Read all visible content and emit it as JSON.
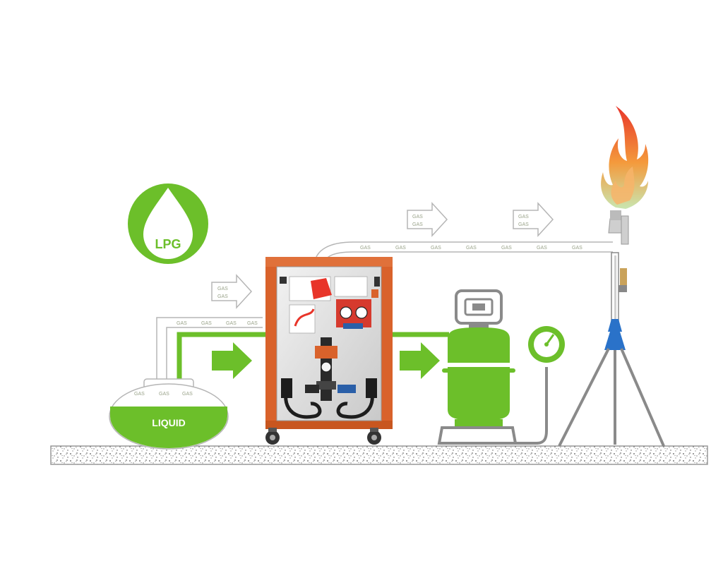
{
  "badge": {
    "text": "LPG",
    "icon": "lpg-drop-icon"
  },
  "tank": {
    "label": "LIQUID"
  },
  "gas_text": "GAS",
  "colors": {
    "green": "#6cbf2a",
    "green_dark": "#5aa51f",
    "frame": "#d9622b",
    "ground_border": "#999999",
    "pipe_outline": "#b5b5b5",
    "flame_red": "#e8352a",
    "flame_orange": "#f49a3c"
  },
  "icons": [
    "lpg-drop-icon",
    "gas-arrow-icon",
    "liquid-arrow-icon",
    "flame-icon",
    "pressure-gauge-icon",
    "gas-cylinder-icon",
    "tripod-stand-icon",
    "wheel-icon"
  ]
}
